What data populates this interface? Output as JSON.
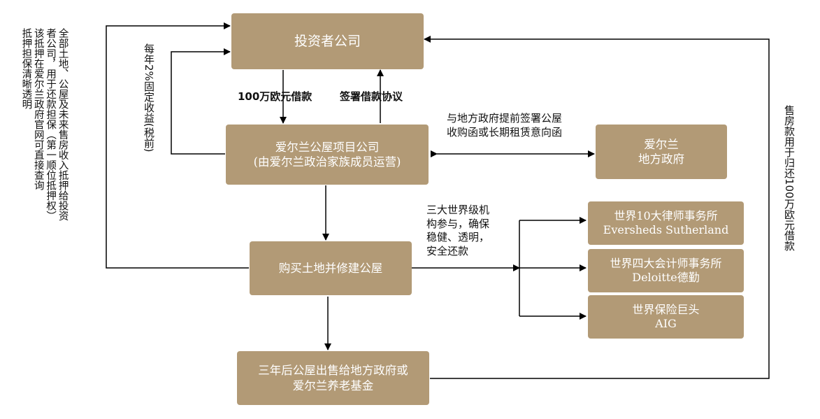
{
  "boxes": {
    "investor": {
      "line1": "投资者公司"
    },
    "project_company": {
      "line1": "爱尔兰公屋项目公司",
      "line2": "(由爱尔兰政治家族成员运营)"
    },
    "local_government": {
      "line1": "爱尔兰",
      "line2": "地方政府"
    },
    "build": {
      "line1": "购买土地并修建公屋"
    },
    "sale": {
      "line1": "三年后公屋出售给地方政府或",
      "line2": "爱尔兰养老基金"
    },
    "law_firm": {
      "line1": "世界10大律师事务所",
      "line2": "Eversheds Sutherland"
    },
    "accounting_firm": {
      "line1": "世界四大会计师事务所",
      "line2": "Deloitte德勤"
    },
    "insurer": {
      "line1": "世界保险巨头",
      "line2": "AIG"
    }
  },
  "labels": {
    "loan": "100万欧元借款",
    "sign_agreement": "签署借款协议",
    "gov_agreement": {
      "line1": "与地方政府提前签署公屋",
      "line2": "收购函或长期租赁意向函"
    },
    "institutions": {
      "line1": "三大世界级机",
      "line2": "构参与，确保",
      "line3": "稳健、透明，",
      "line4": "安全还款"
    },
    "annual_return": "每年2%固定收益(税前)",
    "collateral": {
      "line1": "全部土地、公屋及未来售房收入抵押给投资",
      "line2": "者公司，用于还款担保（第一顺位抵押权）",
      "line3": "该抵押在爱尔兰政府官网可直接查询",
      "line4": "抵押担保清晰透明"
    },
    "repay": "售房款用于归还100万欧元借款"
  }
}
